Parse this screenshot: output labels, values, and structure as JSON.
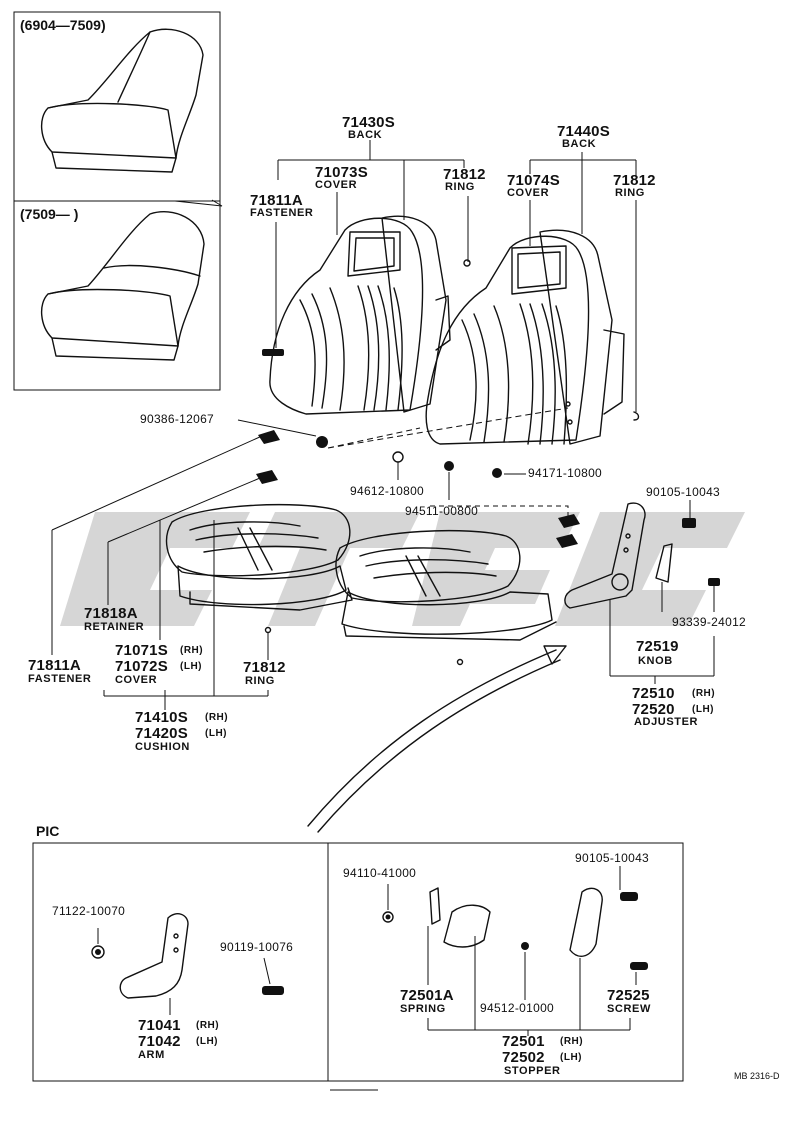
{
  "inset": {
    "variant_a": "(6904—7509)",
    "variant_b": "(7509—      )"
  },
  "back_rh": {
    "assembly_no": "71430S",
    "assembly_name": "BACK",
    "cover_no": "71073S",
    "cover_name": "COVER",
    "ring_no": "71812",
    "ring_name": "RING",
    "fastener_no": "71811A",
    "fastener_name": "FASTENER"
  },
  "back_lh": {
    "assembly_no": "71440S",
    "assembly_name": "BACK",
    "cover_no": "71074S",
    "cover_name": "COVER",
    "ring_no": "71812",
    "ring_name": "RING"
  },
  "hardware": {
    "bolt_left": "90386-12067",
    "washer_a": "94612-10800",
    "nut_a": "94511-00800",
    "nut_b": "94171-10800",
    "screw_top": "90105-10043",
    "screw_side": "93339-24012"
  },
  "cushion": {
    "retainer_no": "71818A",
    "retainer_name": "RETAINER",
    "fastener_no": "71811A",
    "fastener_name": "FASTENER",
    "cover_rh_no": "71071S",
    "cover_rh_sfx": "(RH)",
    "cover_lh_no": "71072S",
    "cover_lh_sfx": "(LH)",
    "cover_name": "COVER",
    "ring_no": "71812",
    "ring_name": "RING",
    "assy_rh_no": "71410S",
    "assy_rh_sfx": "(RH)",
    "assy_lh_no": "71420S",
    "assy_lh_sfx": "(LH)",
    "assy_name": "CUSHION"
  },
  "adjuster": {
    "knob_no": "72519",
    "knob_name": "KNOB",
    "rh_no": "72510",
    "rh_sfx": "(RH)",
    "lh_no": "72520",
    "lh_sfx": "(LH)",
    "name": "ADJUSTER"
  },
  "pic": {
    "title": "PIC",
    "left": {
      "nut": "71122-10070",
      "bolt": "90119-10076",
      "rh_no": "71041",
      "rh_sfx": "(RH)",
      "lh_no": "71042",
      "lh_sfx": "(LH)",
      "name": "ARM"
    },
    "right": {
      "nut_a": "94110-41000",
      "screw_top": "90105-10043",
      "spring_no": "72501A",
      "spring_name": "SPRING",
      "nut_b": "94512-01000",
      "screw_no": "72525",
      "screw_name": "SCREW",
      "rh_no": "72501",
      "rh_sfx": "(RH)",
      "lh_no": "72502",
      "lh_sfx": "(LH)",
      "name": "STOPPER"
    }
  },
  "footer_code": "MB 2316-D"
}
